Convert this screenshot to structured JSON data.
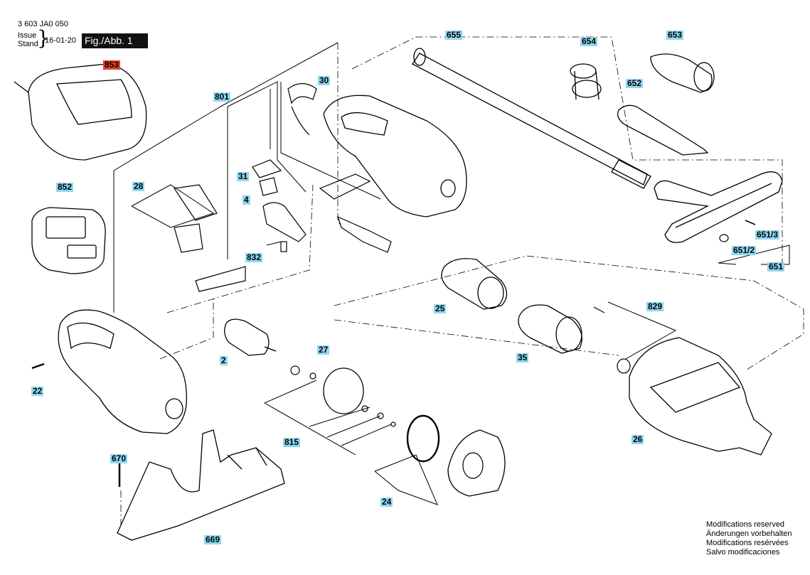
{
  "header": {
    "doc_number": "3 603 JA0 050",
    "issue_label_1": "Issue",
    "issue_label_2": "Stand",
    "issue_date": "16-01-20",
    "figure": "Fig./Abb. 1"
  },
  "parts": {
    "p853": "853",
    "p852": "852",
    "p801": "801",
    "p30": "30",
    "p31": "31",
    "p4": "4",
    "p28": "28",
    "p832": "832",
    "p655": "655",
    "p654": "654",
    "p653": "653",
    "p652": "652",
    "p651_3": "651/3",
    "p651_2": "651/2",
    "p651": "651",
    "p829": "829",
    "p25": "25",
    "p35": "35",
    "p26": "26",
    "p2": "2",
    "p27": "27",
    "p22": "22",
    "p815": "815",
    "p24": "24",
    "p670": "670",
    "p669": "669"
  },
  "notes": [
    "Modifications reserved",
    "Änderungen vorbehalten",
    "Modifications resérvées",
    "Salvo modificaciones"
  ]
}
